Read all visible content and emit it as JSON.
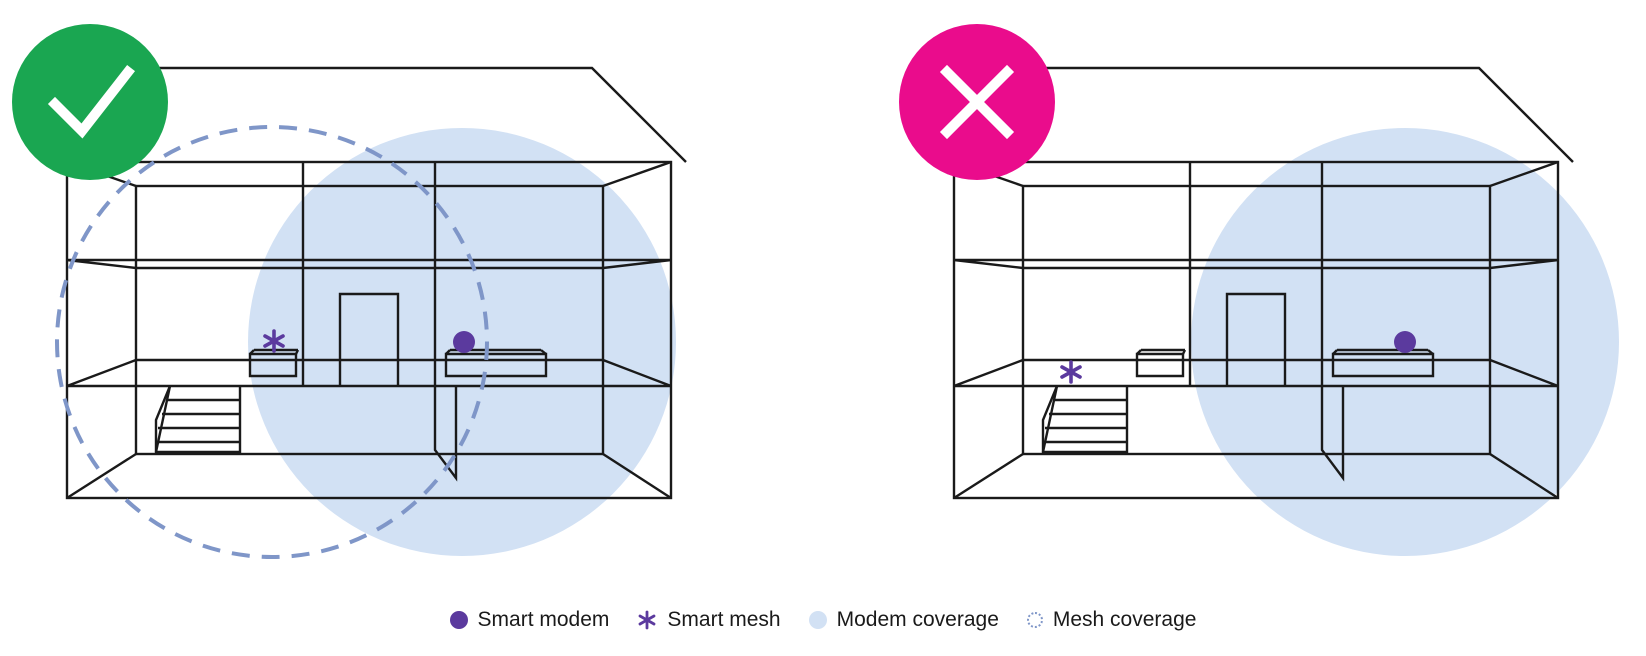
{
  "colors": {
    "good": "#1aa651",
    "bad": "#ea0c8c",
    "modem": "#5b3a9e",
    "modem_coverage": "#d2e1f4",
    "mesh_coverage_outline": "#7f96c8",
    "house_line": "#1a1a1a"
  },
  "panels": [
    {
      "badge_icon": "check-icon",
      "verdict": "good"
    },
    {
      "badge_icon": "x-icon",
      "verdict": "bad"
    }
  ],
  "legend": {
    "smart_modem": "Smart modem",
    "smart_mesh": "Smart mesh",
    "modem_coverage": "Modem coverage",
    "mesh_coverage": "Mesh coverage"
  }
}
